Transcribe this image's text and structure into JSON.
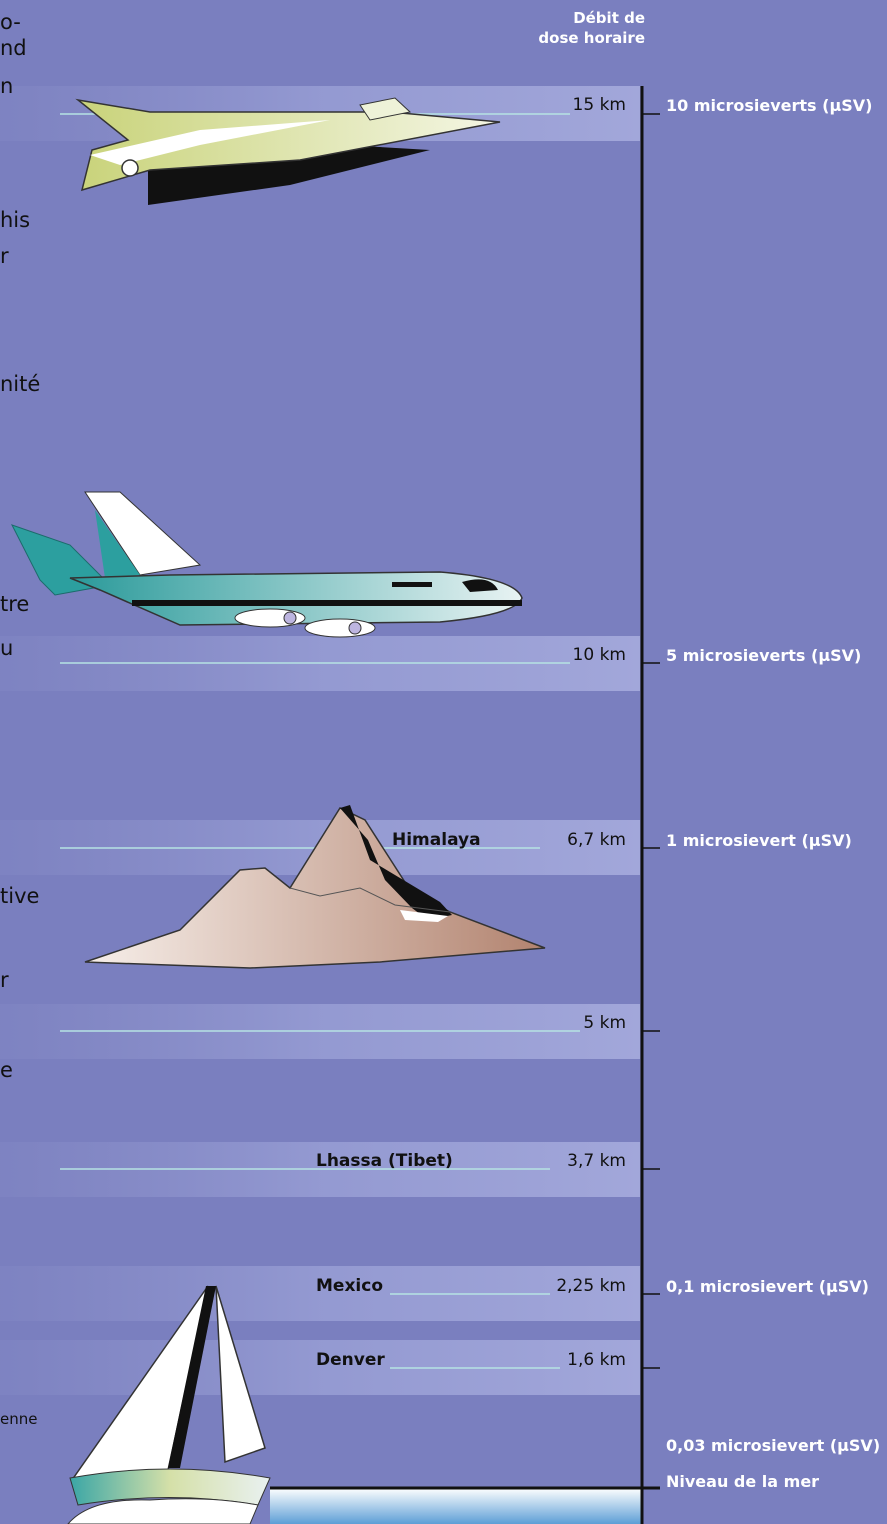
{
  "left_fragments": [
    "o-",
    "nd",
    "n",
    "his",
    "r",
    "nité",
    "tre",
    "u",
    "tive",
    "r",
    "e",
    "enne"
  ],
  "header": {
    "line1": "Débit de",
    "line2": "dose horaire"
  },
  "levels": [
    {
      "altitude": "15 km",
      "dose": "10 microsieverts (µSV)"
    },
    {
      "altitude": "10 km",
      "dose": "5 microsieverts (µSV)"
    },
    {
      "altitude": "6,7 km",
      "dose": "1 microsievert (µSV)",
      "place": "Himalaya"
    },
    {
      "altitude": "5 km"
    },
    {
      "altitude": "3,7 km",
      "place": "Lhassa (Tibet)"
    },
    {
      "altitude": "2,25 km",
      "dose": "0,1 microsievert (µSV)",
      "place": "Mexico"
    },
    {
      "altitude": "1,6 km",
      "place": "Denver"
    }
  ],
  "sea_level": {
    "dose": "0,03 microsievert (µSV)",
    "label": "Niveau de la mer"
  },
  "illustrations": [
    "supersonic-jet-icon",
    "airliner-icon",
    "mountain-icon",
    "sailboat-icon"
  ],
  "colors": {
    "background": "#7a7fbf",
    "band": "#9499cf",
    "axis": "#111111",
    "text_light": "#ffffff",
    "text_dark": "#111111"
  }
}
